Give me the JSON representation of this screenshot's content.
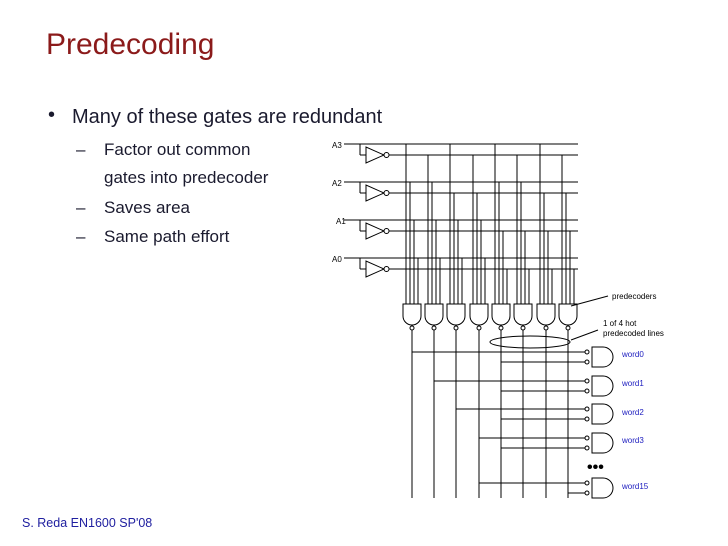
{
  "title": "Predecoding",
  "bullet": "Many of these gates are redundant",
  "sub_items": [
    {
      "lines": [
        "Factor out common",
        "gates into predecoder"
      ]
    },
    {
      "lines": [
        "Saves area"
      ]
    },
    {
      "lines": [
        "Same path effort"
      ]
    }
  ],
  "diagram": {
    "inputs": [
      "A3",
      "A2",
      "A1",
      "A0"
    ],
    "predecoders_label": "predecoders",
    "hot_label_1": "1 of 4 hot",
    "hot_label_2": "predecoded lines",
    "words": [
      "word0",
      "word1",
      "word2",
      "word3",
      "word15"
    ],
    "ellipsis": "•••",
    "colors": {
      "wire": "#000000",
      "word_label": "#2020c0"
    }
  },
  "footer": "S. Reda EN1600 SP'08"
}
